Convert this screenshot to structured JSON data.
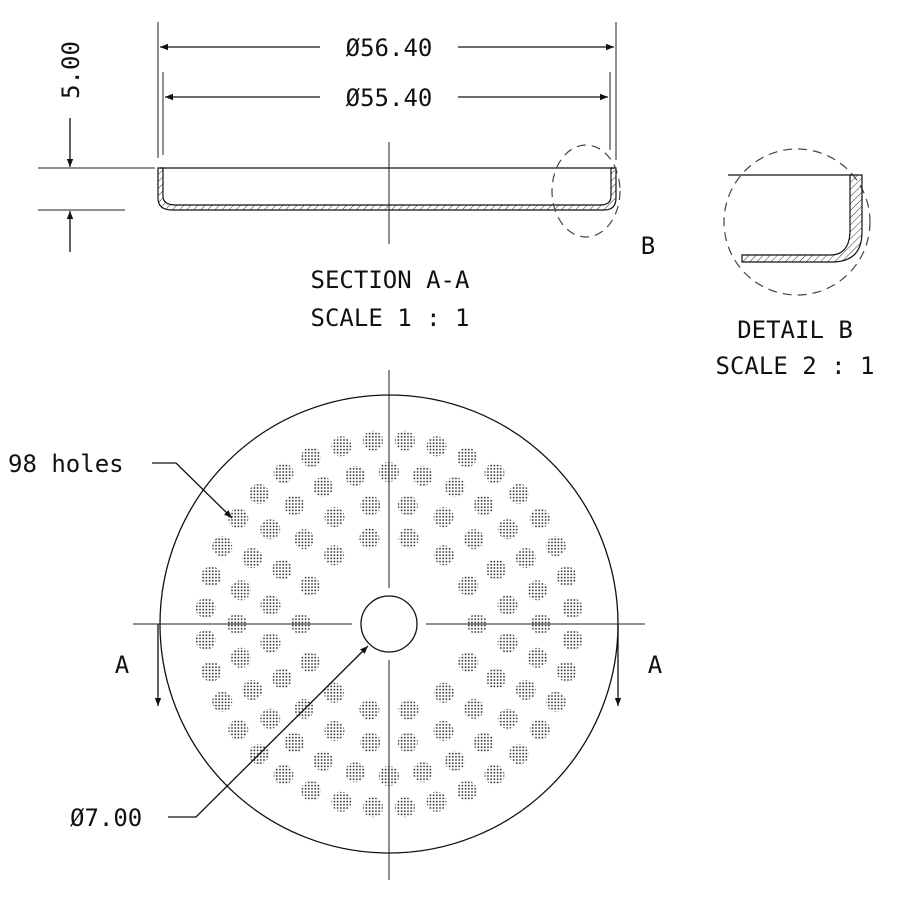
{
  "section_view": {
    "outer_diameter": "Ø56.40",
    "inner_diameter": "Ø55.40",
    "height": "5.00",
    "detail_marker": "B",
    "title": "SECTION A-A",
    "scale": "SCALE 1 : 1"
  },
  "detail_view": {
    "title": "DETAIL  B",
    "scale": "SCALE 2 : 1"
  },
  "plan_view": {
    "holes_label": "98 holes",
    "center_hole_diameter": "Ø7.00",
    "section_marker_left": "A",
    "section_marker_right": "A",
    "hole_rings": [
      14,
      20,
      28,
      36
    ]
  },
  "colors": {
    "line": "#111111",
    "background": "#ffffff"
  }
}
